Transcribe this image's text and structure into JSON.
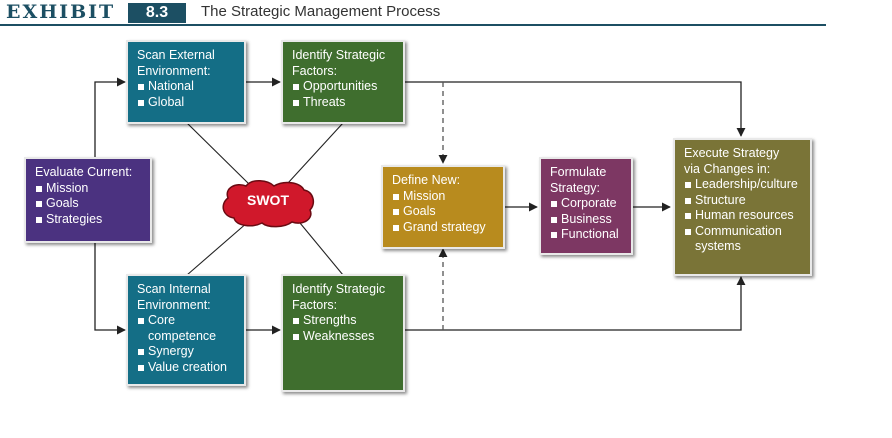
{
  "header": {
    "exhibit_word": "EXHIBIT",
    "exhibit_number": "8.3",
    "title": "The Strategic Management Process"
  },
  "colors": {
    "teal": "#146e86",
    "green": "#3f6e2e",
    "purple": "#4b3280",
    "gold": "#b88b1e",
    "magenta": "#7d3763",
    "olive": "#7a7437",
    "swot_red": "#d0182b"
  },
  "evaluate": {
    "title": "Evaluate Current:",
    "items": [
      "Mission",
      "Goals",
      "Strategies"
    ]
  },
  "scan_external": {
    "title": "Scan External\nEnvironment:",
    "items": [
      "National",
      "Global"
    ]
  },
  "identify_external": {
    "title": "Identify Strategic\nFactors:",
    "items": [
      "Opportunities",
      "Threats"
    ]
  },
  "scan_internal": {
    "title": "Scan Internal\nEnvironment:",
    "items": [
      "Core",
      "competence",
      "Synergy",
      "Value creation"
    ]
  },
  "identify_internal": {
    "title": "Identify Strategic\nFactors:",
    "items": [
      "Strengths",
      "Weaknesses"
    ]
  },
  "swot": {
    "label": "SWOT"
  },
  "define": {
    "title": "Define New:",
    "items": [
      "Mission",
      "Goals",
      "Grand strategy"
    ]
  },
  "formulate": {
    "title": "Formulate\nStrategy:",
    "items": [
      "Corporate",
      "Business",
      "Functional"
    ]
  },
  "execute": {
    "title": "Execute Strategy\nvia Changes in:",
    "items": [
      "Leadership/culture",
      "Structure",
      "Human resources",
      "Communication",
      "systems"
    ]
  }
}
